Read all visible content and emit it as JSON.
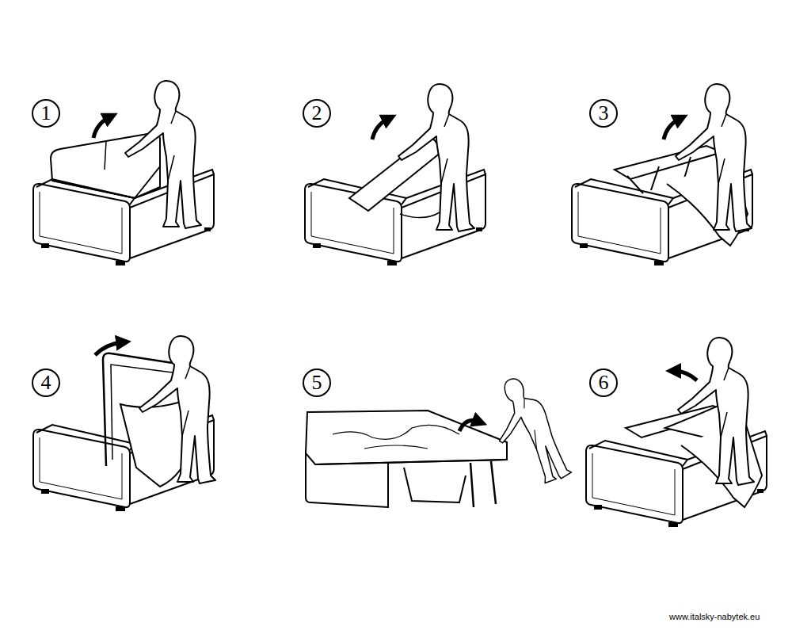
{
  "diagram": {
    "labels": [
      "1",
      "2",
      "3",
      "4",
      "5",
      "6",
      "www.italsky-nabytek.eu"
    ]
  }
}
